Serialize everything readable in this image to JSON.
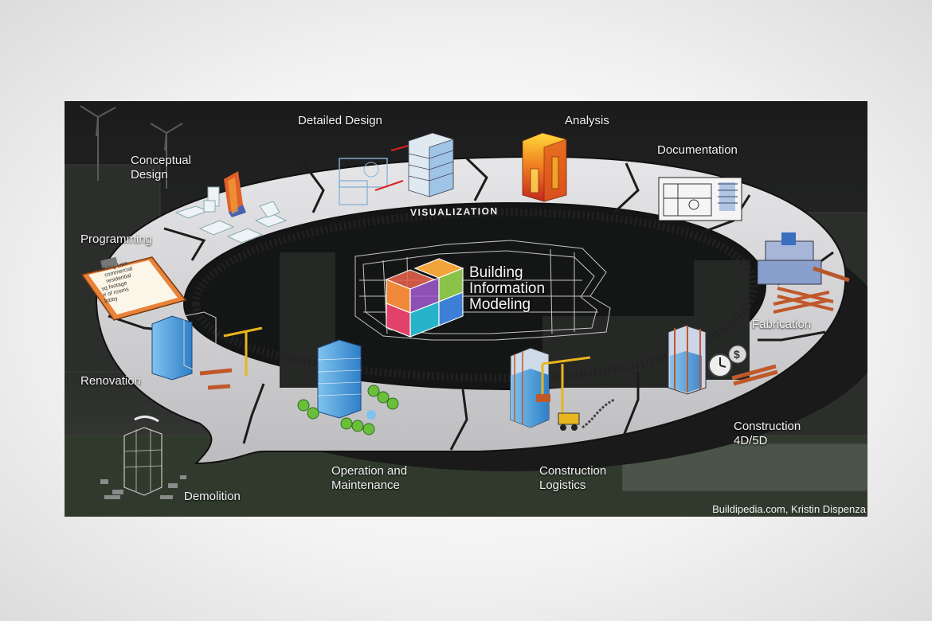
{
  "diagram": {
    "center_title": [
      "Building",
      "Information",
      "Modeling"
    ],
    "ring_label": "VISUALIZATION",
    "stages": [
      {
        "id": "conceptual-design",
        "lines": [
          "Conceptual",
          "Design"
        ]
      },
      {
        "id": "detailed-design",
        "lines": [
          "Detailed Design"
        ]
      },
      {
        "id": "analysis",
        "lines": [
          "Analysis"
        ]
      },
      {
        "id": "documentation",
        "lines": [
          "Documentation"
        ]
      },
      {
        "id": "fabrication",
        "lines": [
          "Fabrication"
        ]
      },
      {
        "id": "construction-4d-5d",
        "lines": [
          "Construction",
          "4D/5D"
        ]
      },
      {
        "id": "construction-logistics",
        "lines": [
          "Construction",
          "Logistics"
        ]
      },
      {
        "id": "operation-maintenance",
        "lines": [
          "Operation and",
          "Maintenance"
        ]
      },
      {
        "id": "demolition",
        "lines": [
          "Demolition"
        ]
      },
      {
        "id": "renovation",
        "lines": [
          "Renovation"
        ]
      },
      {
        "id": "programming",
        "lines": [
          "Programming"
        ]
      }
    ],
    "clipboard_items": [
      "building type",
      "commercial",
      "residential",
      "sq footage",
      "# of rooms",
      "lobby"
    ],
    "credit": "Buildipedia.com, Kristin Dispenza"
  },
  "colors": {
    "ring": "#d4d4d6",
    "ring_edge": "#2a2a2a",
    "background": "#0d0d0e",
    "cube_colors": [
      "#e25f4b",
      "#f2a33a",
      "#8bc34a",
      "#27b3c9",
      "#a35bd1",
      "#3d7fd6"
    ]
  }
}
